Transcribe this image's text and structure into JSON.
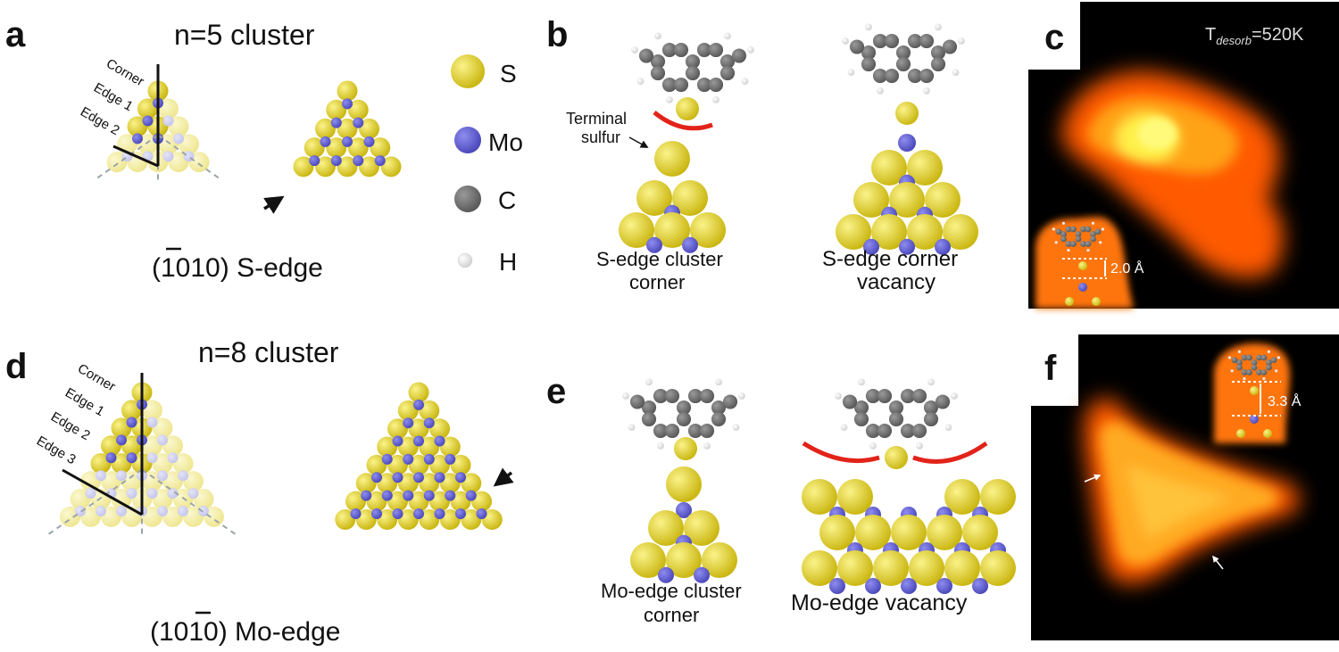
{
  "panels": {
    "a": {
      "letter": "a",
      "title": "n=5 cluster",
      "labels": [
        "Corner",
        "Edge 1",
        "Edge 2"
      ],
      "caption_digits": "1010",
      "caption_rest": " S-edge"
    },
    "b": {
      "letter": "b",
      "terminal_line1": "Terminal",
      "terminal_line2": "sulfur",
      "left_line1": "S-edge cluster",
      "left_line2": "corner",
      "right_line1": "S-edge corner",
      "right_line2": "vacancy"
    },
    "c": {
      "letter": "c",
      "temp_T": "T",
      "temp_sub": "desorb",
      "temp_value": "=520K",
      "inset_distance": "2.0 Å"
    },
    "d": {
      "letter": "d",
      "title": "n=8 cluster",
      "labels": [
        "Corner",
        "Edge 1",
        "Edge 2",
        "Edge 3"
      ],
      "caption_pre": "(10",
      "caption_bar": "1",
      "caption_post": "0) Mo-edge"
    },
    "e": {
      "letter": "e",
      "left_line1": "Mo-edge cluster",
      "left_line2": "corner",
      "right_line1": "Mo-edge vacancy"
    },
    "f": {
      "letter": "f",
      "inset_distance": "3.3 Å"
    }
  },
  "legend": [
    {
      "symbol": "S",
      "color": "#d8c81a"
    },
    {
      "symbol": "Mo",
      "color": "#5d5bd0"
    },
    {
      "symbol": "C",
      "color": "#6e6e6e"
    },
    {
      "symbol": "H",
      "color": "#e8e8e8"
    }
  ],
  "colors": {
    "sulfur": "#d8c81a",
    "sulfur_faded": "#f1ec9e",
    "molybdenum": "#5d5bd0",
    "molybdenum_faded": "#cfd0ef",
    "carbon": "#6e6e6e",
    "hydrogen": "#e8e8e8",
    "arc": "#e2231a"
  }
}
